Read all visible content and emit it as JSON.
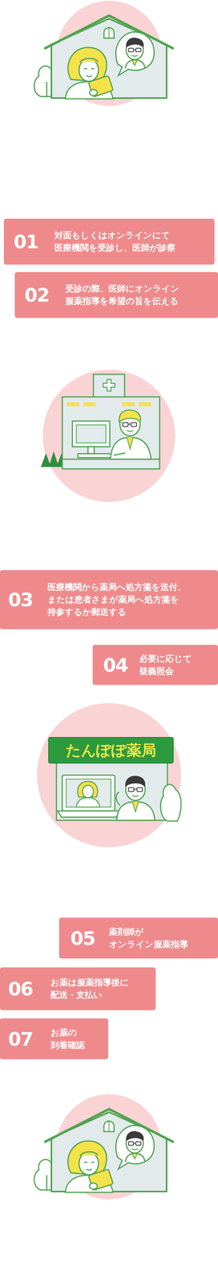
{
  "diagram": {
    "nodes": [
      {
        "text": [
          "01",
          "対面もしくはオンラインにて 医療機関を受診し、医師が診察"
        ]
      },
      {
        "text": [
          "02",
          "受診の際、医師にオンライン 服薬指導を希望の旨を伝える"
        ]
      },
      {
        "text": [
          "03",
          "医療機関から薬局へ処方箋を送付、 または患者さまが薬局へ処方箋を 持参するか郵送する"
        ]
      },
      {
        "text": [
          "04",
          "必要に応じて 疑義照会"
        ]
      },
      {
        "text": [
          "05",
          "薬剤師が オンライン服薬指導"
        ]
      },
      {
        "text": [
          "06",
          "お薬は服薬指導後に 配送・支払い"
        ]
      },
      {
        "text": [
          "07",
          "お薬の 到着確認"
        ]
      }
    ],
    "labels": [
      "たんぽぽ薬局"
    ]
  }
}
